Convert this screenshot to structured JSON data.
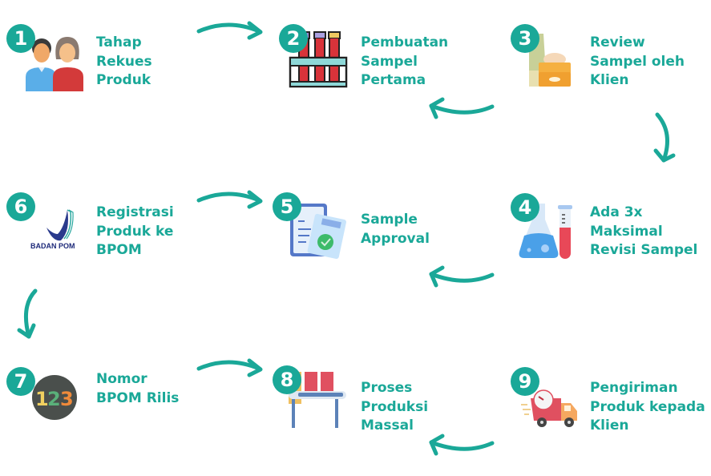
{
  "accent_color": "#1aa898",
  "steps": [
    {
      "number": "1",
      "icon": "couple-icon",
      "lines": [
        "Tahap",
        "Rekues",
        "Produk"
      ]
    },
    {
      "number": "2",
      "icon": "test-tubes-icon",
      "lines": [
        "Pembuatan",
        "Sampel",
        "Pertama"
      ]
    },
    {
      "number": "3",
      "icon": "cosmetic-sample-icon",
      "lines": [
        "Review",
        "Sampel oleh",
        "Klien"
      ]
    },
    {
      "number": "4",
      "icon": "lab-flask-icon",
      "lines": [
        "Ada 3x",
        "Maksimal",
        "Revisi Sampel"
      ]
    },
    {
      "number": "5",
      "icon": "approval-document-icon",
      "lines": [
        "Sample",
        "Approval"
      ]
    },
    {
      "number": "6",
      "icon": "badan-pom-logo-icon",
      "logo_text": "BADAN POM",
      "lines": [
        "Registrasi",
        "Produk ke",
        "BPOM"
      ]
    },
    {
      "number": "7",
      "icon": "numbers-123-icon",
      "icon_text": [
        "1",
        "2",
        "3"
      ],
      "lines": [
        "Nomor",
        "BPOM Rilis"
      ]
    },
    {
      "number": "8",
      "icon": "conveyor-production-icon",
      "lines": [
        "Proses",
        "Produksi",
        "Massal"
      ]
    },
    {
      "number": "9",
      "icon": "delivery-truck-icon",
      "lines": [
        "Pengiriman",
        "Produk kepada",
        "Klien"
      ]
    }
  ],
  "arrows": [
    {
      "from": "1",
      "to": "2",
      "direction": "right"
    },
    {
      "from": "3",
      "to": "2",
      "direction": "left"
    },
    {
      "from": "3",
      "to": "4",
      "direction": "down"
    },
    {
      "from": "4",
      "to": "5",
      "direction": "left"
    },
    {
      "from": "6",
      "to": "5",
      "direction": "right"
    },
    {
      "from": "6",
      "to": "7",
      "direction": "down"
    },
    {
      "from": "7",
      "to": "8",
      "direction": "right"
    },
    {
      "from": "9",
      "to": "8",
      "direction": "left"
    }
  ]
}
